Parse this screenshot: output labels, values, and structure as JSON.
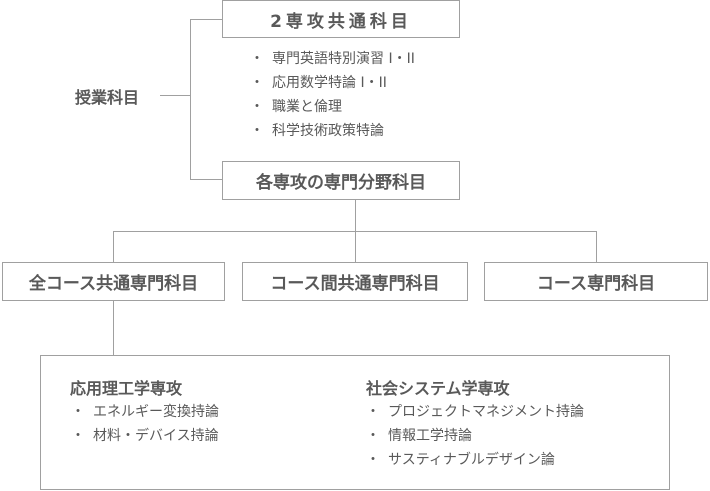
{
  "root_label": "授業科目",
  "common": {
    "title": "2専攻共通科目",
    "items": [
      "専門英語特別演習 I・II",
      "応用数学特論 I・II",
      "職業と倫理",
      "科学技術政策特論"
    ]
  },
  "specialized": {
    "title": "各専攻の専門分野科目"
  },
  "categories": [
    "全コース共通専門科目",
    "コース間共通専門科目",
    "コース専門科目"
  ],
  "majors": [
    {
      "title": "応用理工学専攻",
      "items": [
        "エネルギー変換持論",
        "材料・デバイス持論"
      ]
    },
    {
      "title": "社会システム学専攻",
      "items": [
        "プロジェクトマネジメント持論",
        "情報工学持論",
        "サスティナブルデザイン論"
      ]
    }
  ]
}
